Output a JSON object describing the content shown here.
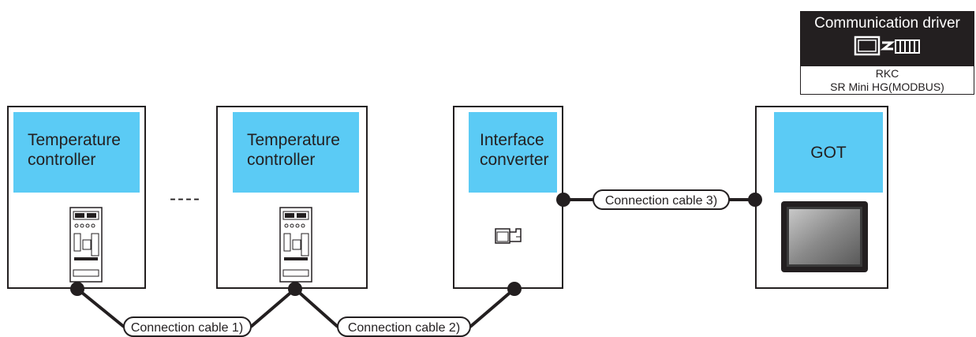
{
  "driver": {
    "title": "Communication driver",
    "maker": "RKC",
    "model": "SR Mini HG(MODBUS)"
  },
  "devices": {
    "tc1": {
      "line1": "Temperature",
      "line2": "controller"
    },
    "tc2": {
      "line1": "Temperature",
      "line2": "controller"
    },
    "conv": {
      "line1": "Interface",
      "line2": "converter"
    },
    "got": {
      "label": "GOT"
    }
  },
  "ellipsis": "----",
  "cables": {
    "c1": "Connection cable 1)",
    "c2": "Connection cable 2)",
    "c3": "Connection cable 3)"
  },
  "colors": {
    "label_fill": "#5bcbf5",
    "line": "#231f20"
  }
}
